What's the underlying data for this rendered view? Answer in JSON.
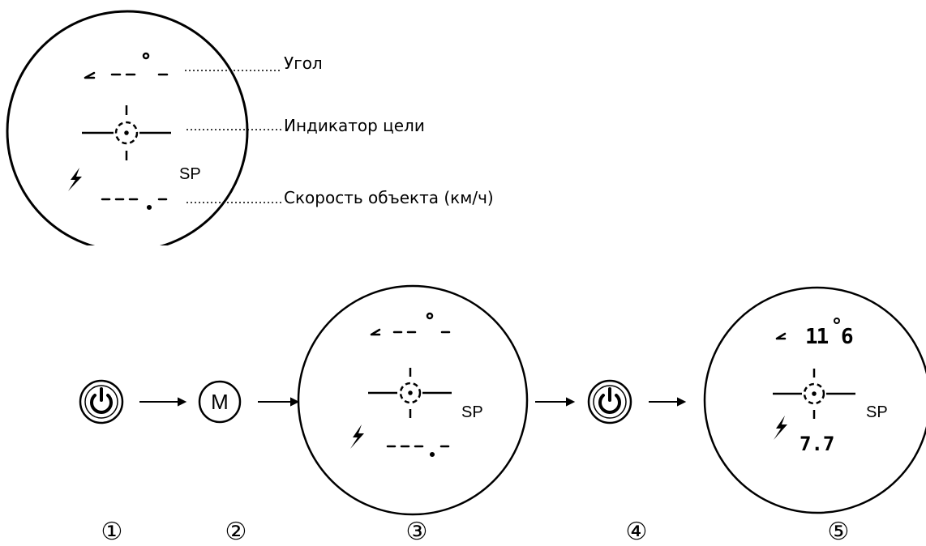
{
  "top_display": {
    "mode_label": "SP"
  },
  "callouts": {
    "angle": "Угол",
    "target": "Индикатор цели",
    "speed": "Скорость объекта (км/ч)"
  },
  "sequence": {
    "step3_mode": "SP",
    "step5_mode": "SP",
    "step5_angle": "11",
    "step5_angle_decimal": "6",
    "step5_speed": "7.7",
    "button_m": "M",
    "step_numbers": [
      "①",
      "②",
      "③",
      "④",
      "⑤"
    ]
  },
  "icons": [
    "power-button-icon",
    "mode-button-icon",
    "arrow-icon",
    "crosshair-icon",
    "lightning-icon"
  ]
}
